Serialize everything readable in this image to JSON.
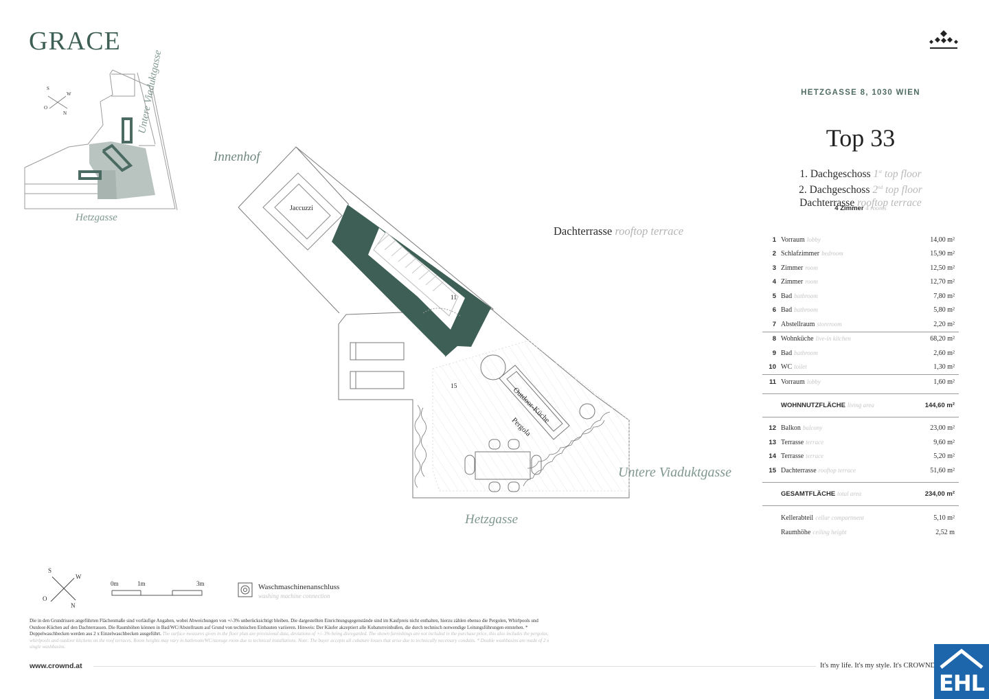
{
  "brand": "GRACE",
  "address": "HETZGASSE 8, 1030 WIEN",
  "unit_title": "Top 33",
  "floors": [
    {
      "de": "1. Dachgeschoss",
      "num": "1",
      "sup": "st",
      "en": "top floor"
    },
    {
      "de": "2. Dachgeschoss",
      "num": "2",
      "sup": "nd",
      "en": "top floor"
    },
    {
      "de": "Dachterrasse",
      "en": "rooftop terrace"
    }
  ],
  "rooms_summary": {
    "de": "4 Zimmer",
    "en": "4 rooms"
  },
  "rooms": [
    {
      "n": "1",
      "de": "Vorraum",
      "en": "lobby",
      "area": "14,00 m²"
    },
    {
      "n": "2",
      "de": "Schlafzimmer",
      "en": "bedroom",
      "area": "15,90 m²"
    },
    {
      "n": "3",
      "de": "Zimmer",
      "en": "room",
      "area": "12,50 m²"
    },
    {
      "n": "4",
      "de": "Zimmer",
      "en": "room",
      "area": "12,70 m²"
    },
    {
      "n": "5",
      "de": "Bad",
      "en": "bathroom",
      "area": "7,80 m²"
    },
    {
      "n": "6",
      "de": "Bad",
      "en": "bathroom",
      "area": "5,80 m²"
    },
    {
      "n": "7",
      "de": "Abstellraum",
      "en": "storeroom",
      "area": "2,20 m²"
    },
    {
      "n": "8",
      "de": "Wohnküche",
      "en": "live-in kitchen",
      "area": "68,20 m²"
    },
    {
      "n": "9",
      "de": "Bad",
      "en": "bathroom",
      "area": "2,60 m²"
    },
    {
      "n": "10",
      "de": "WC",
      "en": "toilet",
      "area": "1,30 m²"
    },
    {
      "n": "11",
      "de": "Vorraum",
      "en": "lobby",
      "area": "1,60 m²"
    }
  ],
  "living_area": {
    "de": "WOHNNUTZFLÄCHE",
    "en": "living area",
    "value": "144,60 m²"
  },
  "outdoor": [
    {
      "n": "12",
      "de": "Balkon",
      "en": "balcony",
      "area": "23,00 m²"
    },
    {
      "n": "13",
      "de": "Terrasse",
      "en": "terrace",
      "area": "9,60 m²"
    },
    {
      "n": "14",
      "de": "Terrasse",
      "en": "terrace",
      "area": "5,20 m²"
    },
    {
      "n": "15",
      "de": "Dachterrasse",
      "en": "rooftop terrace",
      "area": "51,60 m²"
    }
  ],
  "total_area": {
    "de": "GESAMTFLÄCHE",
    "en": "total area",
    "value": "234,00 m²"
  },
  "extras": [
    {
      "de": "Kellerabteil",
      "en": "cellar compartment",
      "value": "5,10 m²"
    },
    {
      "de": "Raumhöhe",
      "en": "ceiling height",
      "value": "2,52 m"
    }
  ],
  "plan": {
    "innenhof": "Innenhof",
    "dachterrasse": {
      "de": "Dachterrasse",
      "en": "rooftop terrace"
    },
    "jaccuzzi": "Jaccuzzi",
    "outdoor_kitchen": "Outdoor-Küche",
    "pergola": "Pergola",
    "room_11": "11",
    "room_15": "15",
    "street_right": "Untere Viaduktgasse",
    "street_bottom": "Hetzgasse"
  },
  "keymap": {
    "street_right": "Untere Viaduktgasse",
    "street_bottom": "Hetzgasse",
    "compass": {
      "s": "S",
      "w": "W",
      "o": "O",
      "n": "N"
    }
  },
  "compass": {
    "s": "S",
    "w": "W",
    "o": "O",
    "n": "N"
  },
  "scale": {
    "l0": "0m",
    "l1": "1m",
    "l3": "3m"
  },
  "legend": {
    "de": "Waschmaschinenanschluss",
    "en": "washing machine connection"
  },
  "disclaimer": {
    "de": "Die in den Grundrissen angeführten Flächenmaße sind vorläufige Angaben, wobei Abweichungen von +/-3% unberücksichtigt bleiben. Die dargestellten Einrichtungsgegenstände sind im Kaufpreis nicht enthalten, hierzu zählen ebenso die Pergolen, Whirlpools und Outdoor-Küchen auf den Dachterrassen. Die Raumhöhen können in Bad/WC/Abstellraum auf Grund von technischen Einbauten variieren. Hinweis: Der Käufer akzeptiert alle Kubaturreinbußen, die durch technisch notwendige Leitungsführungen entstehen. * Doppelwaschbecken werden aus 2 x Einzelwaschbecken ausgeführt.",
    "en": "The surface measures given in the floor plan are provisional data, deviations of +/- 3% being disregarded. The shown furnishings are not included in the purchase price, this also includes the pergolas, whirlpools and outdoor kitchens on the roof terraces. Room heights may vary in bathroom/WC/storage room due to technical installations. Note: The buyer accepts all cubature losses that arise due to technically necessary conduits. * Double washbasins are made of 2 x single washbasins."
  },
  "footer": {
    "url": "www.crownd.at",
    "slogan": "It's my life. It's my style. It's CROWND."
  },
  "logo_text": "EHL",
  "colors": {
    "accent": "#3e5f55",
    "ehl_blue": "#1e66ab"
  }
}
